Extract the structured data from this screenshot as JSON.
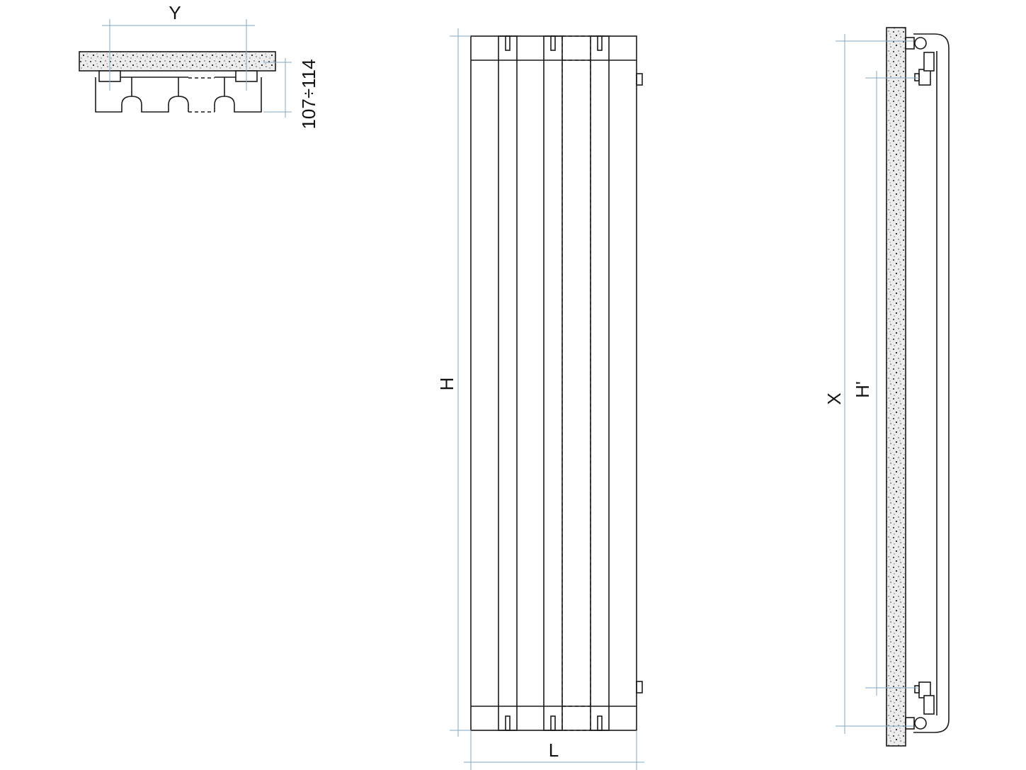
{
  "labels": {
    "top_width": "Y",
    "depth_range": "107÷114",
    "height": "H",
    "length": "L",
    "wall_distance": "X",
    "connection_height": "H'"
  },
  "colors": {
    "line": "#1a1a1a",
    "dimension": "#7fa7c4",
    "wall_fill": "#e9e9e9",
    "background": "#ffffff"
  }
}
